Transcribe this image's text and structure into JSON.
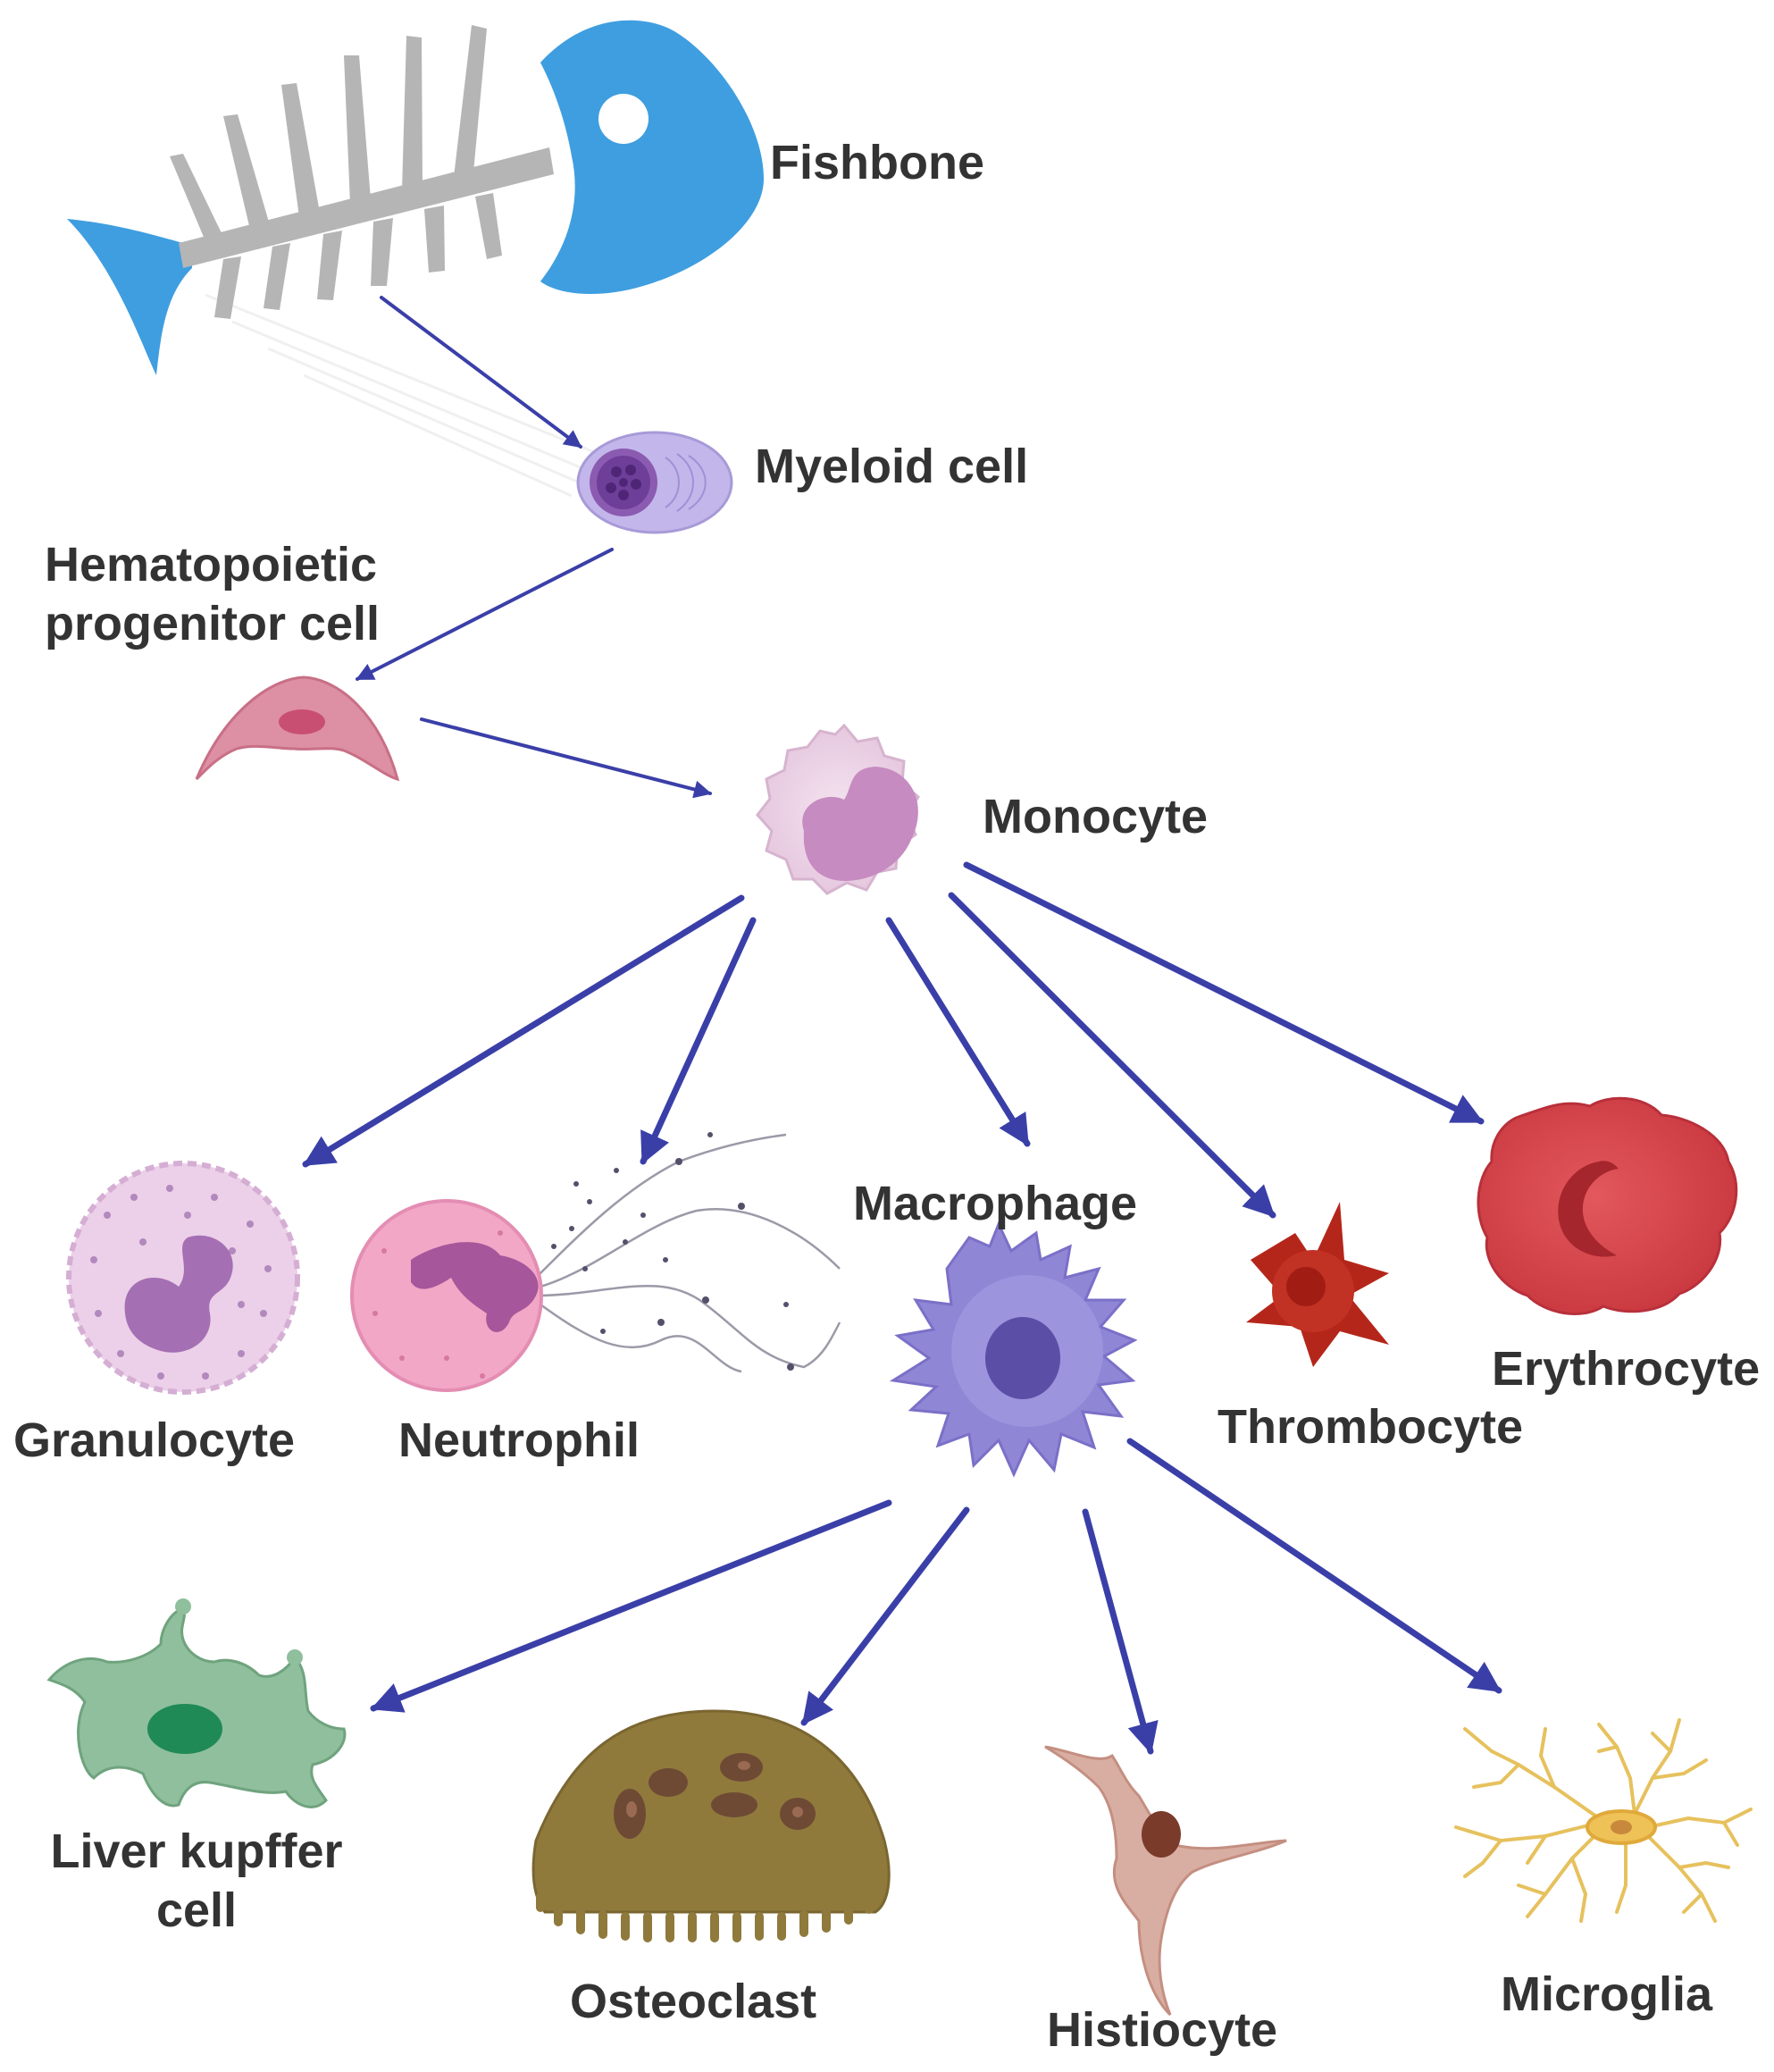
{
  "colors": {
    "arrow": "#3a3fa8",
    "label_text": "#333333",
    "fish_blue": "#3f9ee0",
    "bone_gray": "#b5b5b5"
  },
  "nodes": {
    "fishbone": {
      "label": "Fishbone",
      "icon": "fishbone-icon"
    },
    "myeloid": {
      "label": "Myeloid cell",
      "icon": "myeloid-cell-icon"
    },
    "hematopoietic": {
      "line1": "Hematopoietic",
      "line2": "progenitor cell",
      "icon": "progenitor-cell-icon"
    },
    "monocyte": {
      "label": "Monocyte",
      "icon": "monocyte-icon"
    },
    "granulocyte": {
      "label": "Granulocyte",
      "icon": "granulocyte-icon"
    },
    "neutrophil": {
      "label": "Neutrophil",
      "icon": "neutrophil-icon"
    },
    "macrophage": {
      "label": "Macrophage",
      "icon": "macrophage-icon"
    },
    "thrombocyte": {
      "label": "Thrombocyte",
      "icon": "thrombocyte-icon"
    },
    "erythrocyte": {
      "label": "Erythrocyte",
      "icon": "erythrocyte-icon"
    },
    "kupffer": {
      "line1": "Liver kupffer",
      "line2": "cell",
      "icon": "kupffer-cell-icon"
    },
    "osteoclast": {
      "label": "Osteoclast",
      "icon": "osteoclast-icon"
    },
    "histiocyte": {
      "label": "Histiocyte",
      "icon": "histiocyte-icon"
    },
    "microglia": {
      "label": "Microglia",
      "icon": "microglia-icon"
    }
  },
  "edges": [
    {
      "from": "Fishbone",
      "to": "Myeloid cell"
    },
    {
      "from": "Myeloid cell",
      "to": "Hematopoietic progenitor cell"
    },
    {
      "from": "Hematopoietic progenitor cell",
      "to": "Monocyte"
    },
    {
      "from": "Monocyte",
      "to": "Granulocyte"
    },
    {
      "from": "Monocyte",
      "to": "Neutrophil"
    },
    {
      "from": "Monocyte",
      "to": "Macrophage"
    },
    {
      "from": "Monocyte",
      "to": "Thrombocyte"
    },
    {
      "from": "Monocyte",
      "to": "Erythrocyte"
    },
    {
      "from": "Macrophage",
      "to": "Liver kupffer cell"
    },
    {
      "from": "Macrophage",
      "to": "Osteoclast"
    },
    {
      "from": "Macrophage",
      "to": "Histiocyte"
    },
    {
      "from": "Macrophage",
      "to": "Microglia"
    }
  ]
}
